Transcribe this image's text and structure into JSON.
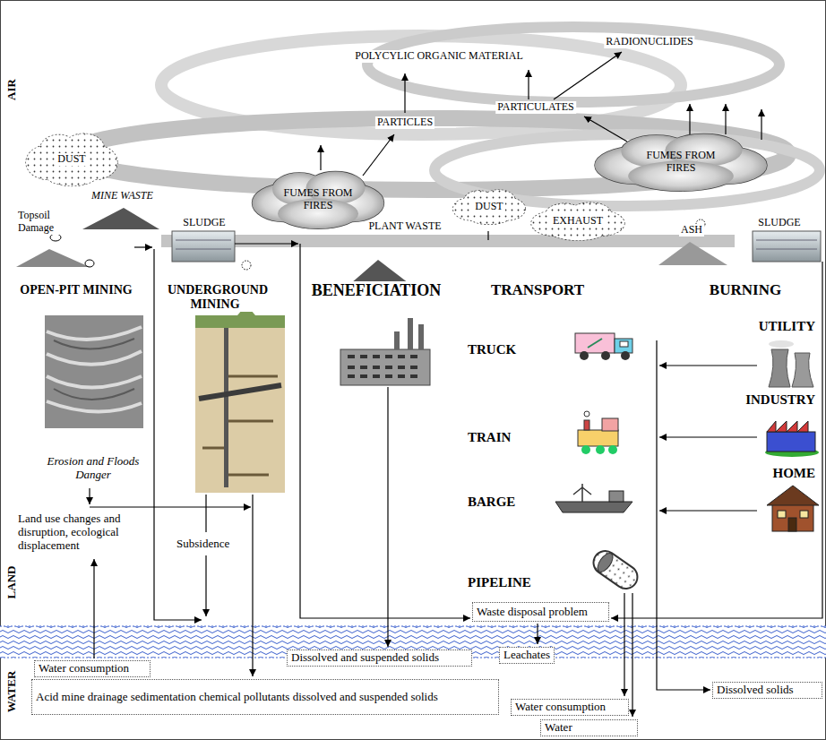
{
  "diagram": {
    "nodes": [
      {
        "text": [
          "DUST"
        ]
      },
      {
        "text": [
          "FUMES FROM FIRES"
        ]
      },
      {
        "text": [
          "DUST"
        ]
      },
      {
        "text": [
          "EXHAUST"
        ]
      },
      {
        "text": [
          "FUMES FROM FIRES"
        ]
      },
      {
        "text": [
          "Waste disposal problem"
        ]
      },
      {
        "text": [
          "Water consumption"
        ]
      },
      {
        "text": [
          "Dissolved and suspended solids"
        ]
      },
      {
        "text": [
          "Leachates"
        ]
      },
      {
        "text": [
          "Dissolved solids"
        ]
      },
      {
        "text": [
          "Acid mine drainage sedimentation chemical pollutants dissolved and suspended solids"
        ]
      },
      {
        "text": [
          "Water consumption"
        ]
      },
      {
        "text": [
          "Water"
        ]
      }
    ],
    "labels": [
      "AIR",
      "LAND",
      "WATER",
      "RADIONUCLIDES",
      "POLYCYLIC ORGANIC MATERIAL",
      "PARTICLES",
      "PARTICULATES",
      "MINE WASTE",
      "Topsoil Damage",
      "SLUDGE",
      "PLANT WASTE",
      "ASH",
      "SLUDGE",
      "OPEN-PIT MINING",
      "UNDERGROUND MINING",
      "BENEFICIATION",
      "TRANSPORT",
      "BURNING",
      "TRUCK",
      "TRAIN",
      "BARGE",
      "PIPELINE",
      "UTILITY",
      "INDUSTRY",
      "HOME",
      "Erosion and Floods Danger",
      "Land use changes and disruption, ecological displacement",
      "Subsidence"
    ]
  }
}
